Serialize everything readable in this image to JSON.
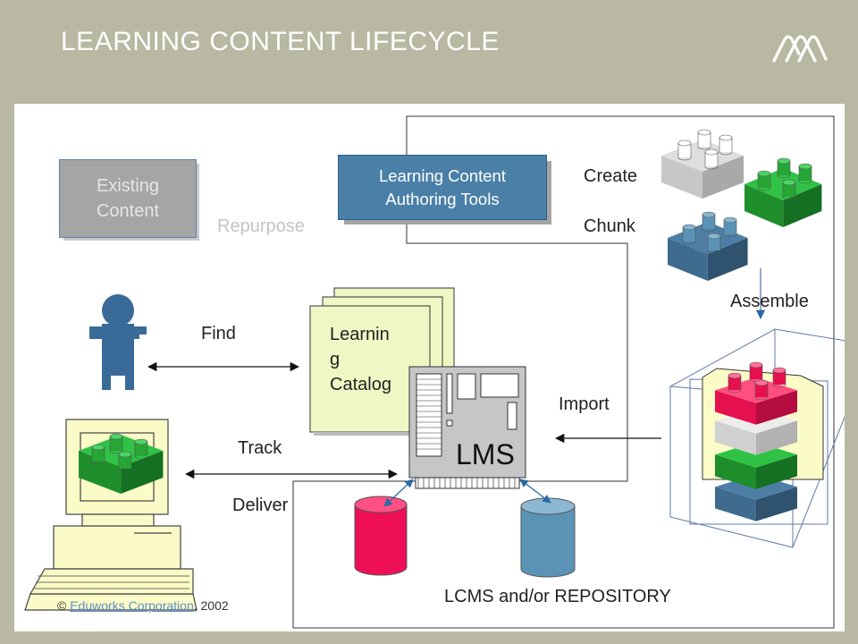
{
  "title": "LEARNING CONTENT LIFECYCLE",
  "colors": {
    "background": "#b9b8a2",
    "authoring_box": "#4a80a8",
    "existing_box": "#a5a5a5",
    "catalog_fill": "#f1f7c4",
    "block_white": "#e2e2e2",
    "block_green": "#27a535",
    "block_blue": "#3f6c8e",
    "block_pink": "#e5104f",
    "db_pink": "#ee0f57",
    "db_blue": "#5b93b6",
    "person": "#3a6b98"
  },
  "boxes": {
    "existing_content": "Existing\nContent",
    "authoring_tools": "Learning Content\nAuthoring Tools",
    "catalog": "Learnin\ng\nCatalog",
    "lms": "LMS"
  },
  "labels": {
    "repurpose": "Repurpose",
    "create": "Create",
    "chunk": "Chunk",
    "assemble": "Assemble",
    "find": "Find",
    "import": "Import",
    "track": "Track",
    "deliver": "Deliver",
    "repository": "LCMS and/or REPOSITORY"
  },
  "copyright": {
    "prefix": "© ",
    "link": "Eduworks Corporation",
    "suffix": ", 2002"
  },
  "icons": [
    "logo-icon",
    "person-icon",
    "computer-icon",
    "lms-server-icon",
    "database-icon",
    "content-block-icon",
    "package-icon"
  ]
}
